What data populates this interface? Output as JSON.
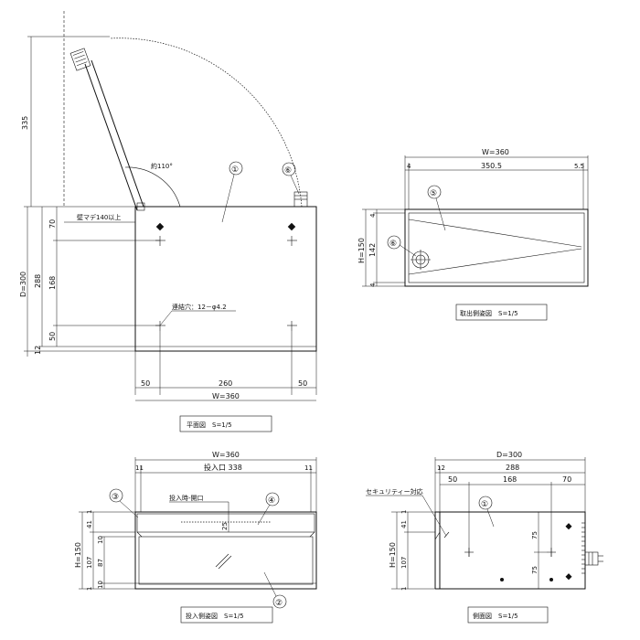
{
  "plan": {
    "dim_335": "335",
    "angle": "約110°",
    "wall_margin": "壁マデ140以上",
    "d300": "D=300",
    "d288": "288",
    "d70": "70",
    "d168": "168",
    "d50": "50",
    "d12": "12",
    "hole_note": "連結穴：12－φ4.2",
    "b50l": "50",
    "b260": "260",
    "b50r": "50",
    "w360": "W=360",
    "callout1": "①",
    "callout6": "⑥",
    "caption": "平面図　S=1/5"
  },
  "takeout": {
    "w360": "W=360",
    "d4": "4",
    "d3505": "350.5",
    "d55": "5.5",
    "h150": "H=150",
    "d142": "142",
    "d4t": "4",
    "d4b": "4",
    "callout5": "⑤",
    "callout6": "⑥",
    "caption": "取出側姿図　S=1/5"
  },
  "insert": {
    "w360": "W=360",
    "d11l": "11",
    "opening": "投入口 338",
    "d11r": "11",
    "open_note": "投入時-開口",
    "d25": "25",
    "h150": "H=150",
    "d1t": "1",
    "d41": "41",
    "d107": "107",
    "d10a": "10",
    "d87": "87",
    "d10b": "10",
    "d1b": "1",
    "callout3": "③",
    "callout4": "④",
    "callout2": "②",
    "caption": "投入側姿図　S=1/5"
  },
  "side": {
    "d300": "D=300",
    "d12": "12",
    "d288": "288",
    "d50": "50",
    "d168": "168",
    "d70": "70",
    "security": "セキュリティー対応",
    "h150": "H=150",
    "d1t": "1",
    "d41": "41",
    "d107": "107",
    "d1b": "1",
    "v75a": "75",
    "v75b": "75",
    "callout1": "①",
    "caption": "側面図　S=1/5"
  }
}
